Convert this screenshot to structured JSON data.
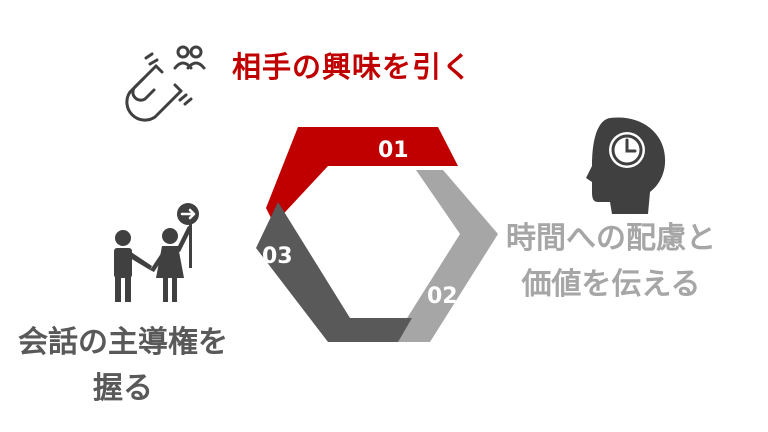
{
  "steps": [
    {
      "number": "01",
      "label_lines": [
        "相手の興味を引く"
      ],
      "color": "#c00000",
      "icon": "magnet-people-icon"
    },
    {
      "number": "02",
      "label_lines": [
        "時間への配慮と",
        "価値を伝える"
      ],
      "color": "#a6a6a6",
      "icon": "head-clock-icon"
    },
    {
      "number": "03",
      "label_lines": [
        "会話の主導権を",
        "握る"
      ],
      "color": "#595959",
      "icon": "couple-leading-icon"
    }
  ]
}
